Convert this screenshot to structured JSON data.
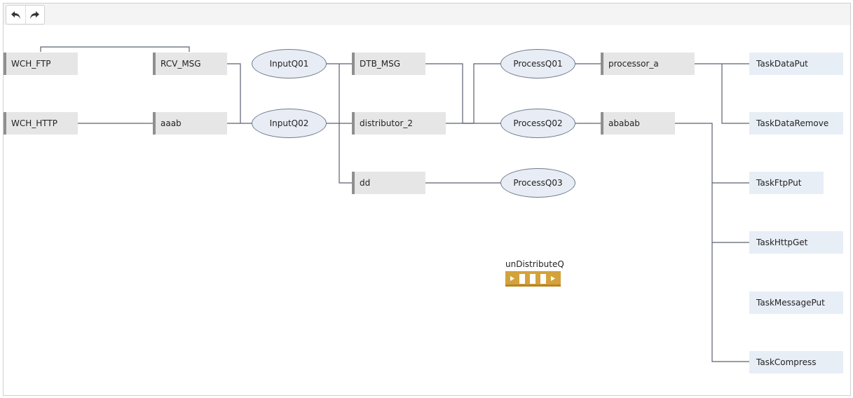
{
  "toolbar": {
    "undo_icon": "undo-arrow-icon",
    "redo_icon": "redo-arrow-icon"
  },
  "nodes": {
    "wch_ftp": "WCH_FTP",
    "wch_http": "WCH_HTTP",
    "rcv_msg": "RCV_MSG",
    "aaab": "aaab",
    "inputq01": "InputQ01",
    "inputq02": "InputQ02",
    "dtb_msg": "DTB_MSG",
    "distributor_2": "distributor_2",
    "dd": "dd",
    "processq01": "ProcessQ01",
    "processq02": "ProcessQ02",
    "processq03": "ProcessQ03",
    "processor_a": "processor_a",
    "ababab": "ababab",
    "task_data_put": "TaskDataPut",
    "task_data_remove": "TaskDataRemove",
    "task_ftp_put": "TaskFtpPut",
    "task_http_get": "TaskHttpGet",
    "task_message_put": "TaskMessagePut",
    "task_compress": "TaskCompress"
  },
  "undistributed_queue": {
    "label": "unDistributeQ",
    "icon": "queue-icon",
    "color": "#d4a23a"
  },
  "colors": {
    "node_fill": "#e6e6e6",
    "node_bar": "#8f8f8f",
    "queue_fill": "#e8edf5",
    "task_fill": "#e8eef6",
    "link": "#5a6070"
  }
}
